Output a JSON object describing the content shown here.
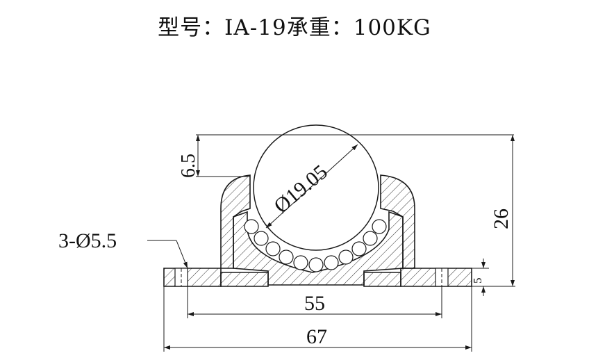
{
  "title": {
    "text": "型号：IA-19承重：100KG"
  },
  "dimensions": {
    "ball_diameter": "Ø19.05",
    "top_offset": "6.5",
    "total_height": "26",
    "base_thickness": "5",
    "hole_spacing": "55",
    "overall_width": "67",
    "holes": "3-Ø5.5"
  }
}
